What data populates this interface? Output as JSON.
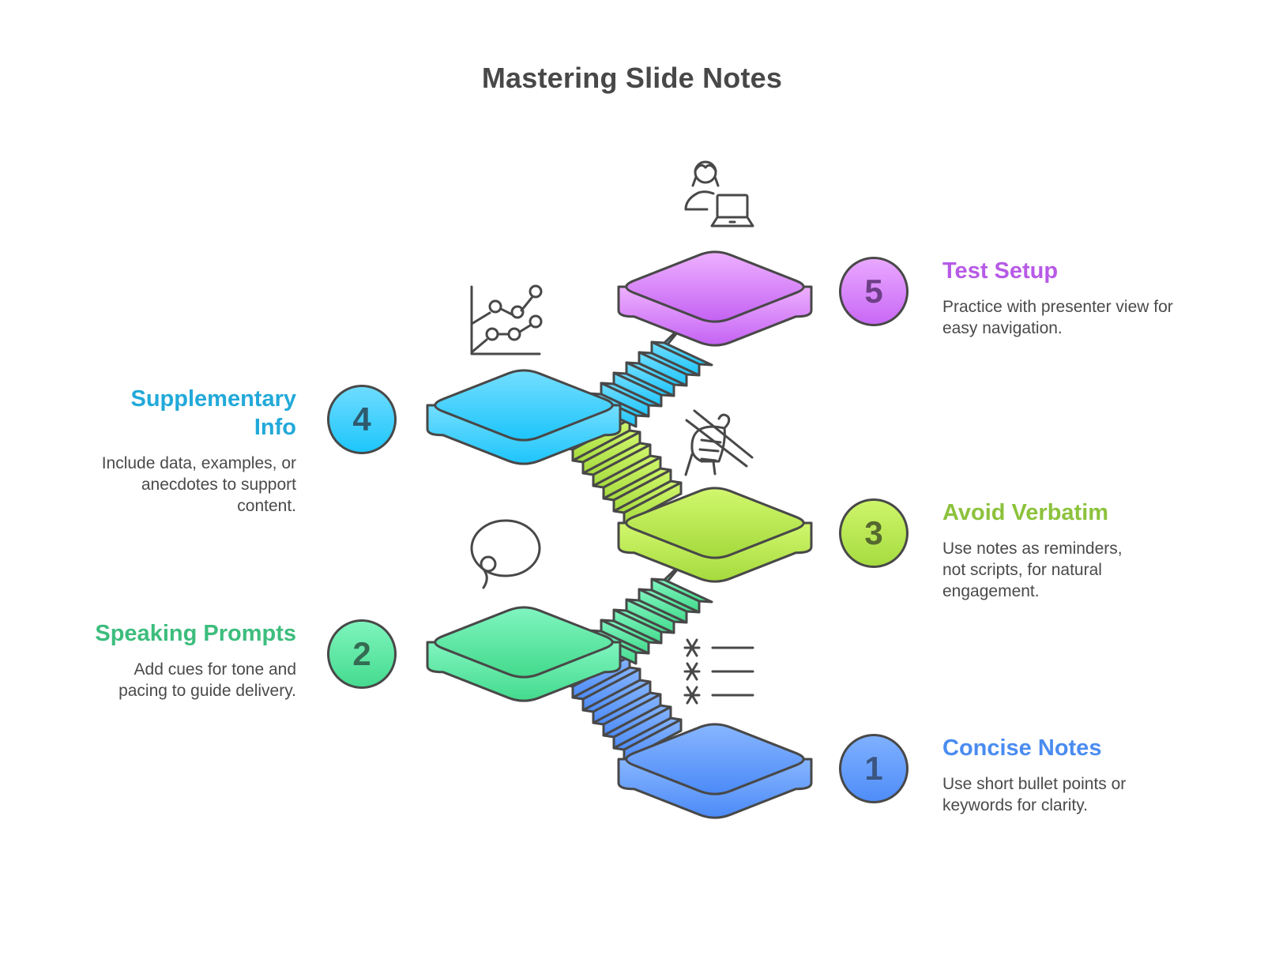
{
  "title": "Mastering Slide Notes",
  "steps": [
    {
      "number": "1",
      "heading": "Concise Notes",
      "description": "Use short bullet points or keywords for clarity.",
      "icon": "bullet-list-icon",
      "color": "#4a8cf0",
      "light": "#7fb0ff",
      "dark": "#4f8df8",
      "number_color": "#3a5580"
    },
    {
      "number": "2",
      "heading": "Speaking Prompts",
      "description": "Add cues for tone and pacing to guide delivery.",
      "icon": "speech-bubble-icon",
      "color": "#3dbd7d",
      "light": "#7ef5bd",
      "dark": "#45db8f",
      "number_color": "#356b52"
    },
    {
      "number": "3",
      "heading": "Avoid Verbatim",
      "description": "Use notes as reminders, not scripts, for natural engagement.",
      "icon": "hand-chopsticks-icon",
      "color": "#8cc23c",
      "light": "#cef56a",
      "dark": "#a6dc40",
      "number_color": "#55692f"
    },
    {
      "number": "4",
      "heading": "Supplementary Info",
      "description": "Include data, examples, or anecdotes to support content.",
      "icon": "line-chart-icon",
      "color": "#22a9d9",
      "light": "#6edcff",
      "dark": "#1ec6fb",
      "number_color": "#2f5a6e"
    },
    {
      "number": "5",
      "heading": "Test Setup",
      "description": "Practice with presenter view for easy navigation.",
      "icon": "presenter-laptop-icon",
      "color": "#b75ae6",
      "light": "#e9a8ff",
      "dark": "#c968f5",
      "number_color": "#6e3f86"
    }
  ]
}
